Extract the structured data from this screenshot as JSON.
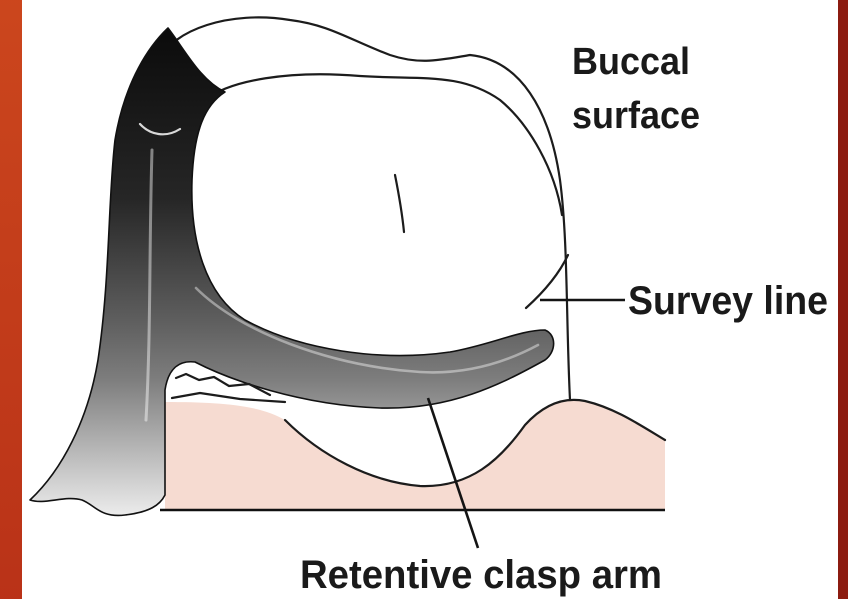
{
  "labels": {
    "buccal_surface_line1": "Buccal",
    "buccal_surface_line2": "surface",
    "survey_line": "Survey line",
    "retentive_clasp_arm": "Retentive clasp arm"
  },
  "colors": {
    "left_border": "#c13a1b",
    "right_border": "#8c1b10",
    "gum": "#f6dbd1"
  }
}
